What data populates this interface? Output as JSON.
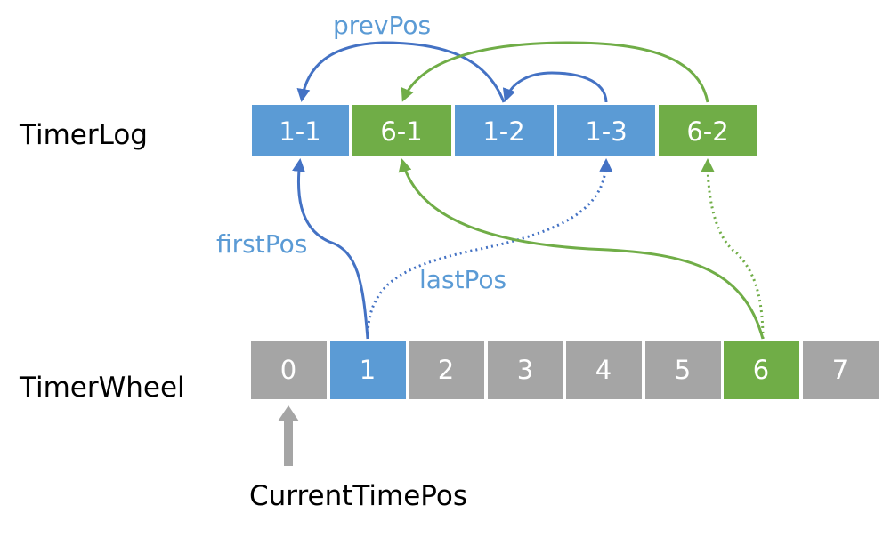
{
  "labels": {
    "timer_log": "TimerLog",
    "timer_wheel": "TimerWheel",
    "current_time_pos": "CurrentTimePos",
    "first_pos": "firstPos",
    "last_pos": "lastPos",
    "prev_pos": "prevPos"
  },
  "timer_log": [
    {
      "label": "1-1",
      "group": "1"
    },
    {
      "label": "6-1",
      "group": "6"
    },
    {
      "label": "1-2",
      "group": "1"
    },
    {
      "label": "1-3",
      "group": "1"
    },
    {
      "label": "6-2",
      "group": "6"
    }
  ],
  "timer_wheel": [
    {
      "label": "0",
      "active": false
    },
    {
      "label": "1",
      "active": true
    },
    {
      "label": "2",
      "active": false
    },
    {
      "label": "3",
      "active": false
    },
    {
      "label": "4",
      "active": false
    },
    {
      "label": "5",
      "active": false
    },
    {
      "label": "6",
      "active": true
    },
    {
      "label": "7",
      "active": false
    }
  ],
  "colors": {
    "blue_cell": "#5b9bd5",
    "green_cell": "#70ad47",
    "gray_cell": "#a5a5a5",
    "blue_line": "#4472c4",
    "green_line": "#70ad47",
    "blue_text": "#5b9bd5",
    "pointer_arrow": "#a5a5a5"
  }
}
